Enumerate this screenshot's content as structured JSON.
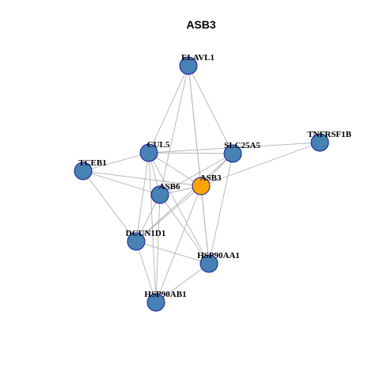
{
  "title": "ASB3",
  "colors": {
    "node_default": "#4682b4",
    "node_focus": "#ffa500",
    "node_border": "#1a1aa6",
    "edge": "#b3b3b3"
  },
  "nodes": [
    {
      "id": "ELAVL1",
      "focus": false
    },
    {
      "id": "TNFRSF1B",
      "focus": false
    },
    {
      "id": "CUL5",
      "focus": false
    },
    {
      "id": "SLC25A5",
      "focus": false
    },
    {
      "id": "TCEB1",
      "focus": false
    },
    {
      "id": "ASB3",
      "focus": true
    },
    {
      "id": "ASB6",
      "focus": false
    },
    {
      "id": "DCUN1D1",
      "focus": false
    },
    {
      "id": "HSP90AA1",
      "focus": false
    },
    {
      "id": "HSP90AB1",
      "focus": false
    }
  ],
  "edges": [
    [
      "ELAVL1",
      "CUL5"
    ],
    [
      "ELAVL1",
      "ASB3"
    ],
    [
      "ELAVL1",
      "ASB6"
    ],
    [
      "ELAVL1",
      "SLC25A5"
    ],
    [
      "ELAVL1",
      "HSP90AA1"
    ],
    [
      "TNFRSF1B",
      "ASB3"
    ],
    [
      "TNFRSF1B",
      "CUL5"
    ],
    [
      "CUL5",
      "SLC25A5"
    ],
    [
      "CUL5",
      "TCEB1"
    ],
    [
      "CUL5",
      "ASB3"
    ],
    [
      "CUL5",
      "ASB6"
    ],
    [
      "CUL5",
      "DCUN1D1"
    ],
    [
      "CUL5",
      "HSP90AA1"
    ],
    [
      "CUL5",
      "HSP90AB1"
    ],
    [
      "SLC25A5",
      "ASB3"
    ],
    [
      "SLC25A5",
      "ASB6"
    ],
    [
      "SLC25A5",
      "DCUN1D1"
    ],
    [
      "SLC25A5",
      "HSP90AA1"
    ],
    [
      "TCEB1",
      "ASB3"
    ],
    [
      "TCEB1",
      "ASB6"
    ],
    [
      "TCEB1",
      "DCUN1D1"
    ],
    [
      "ASB3",
      "ASB6"
    ],
    [
      "ASB3",
      "DCUN1D1"
    ],
    [
      "ASB3",
      "HSP90AA1"
    ],
    [
      "ASB3",
      "HSP90AB1"
    ],
    [
      "ASB6",
      "DCUN1D1"
    ],
    [
      "ASB6",
      "HSP90AA1"
    ],
    [
      "ASB6",
      "HSP90AB1"
    ],
    [
      "DCUN1D1",
      "HSP90AA1"
    ],
    [
      "DCUN1D1",
      "HSP90AB1"
    ],
    [
      "HSP90AA1",
      "HSP90AB1"
    ]
  ]
}
